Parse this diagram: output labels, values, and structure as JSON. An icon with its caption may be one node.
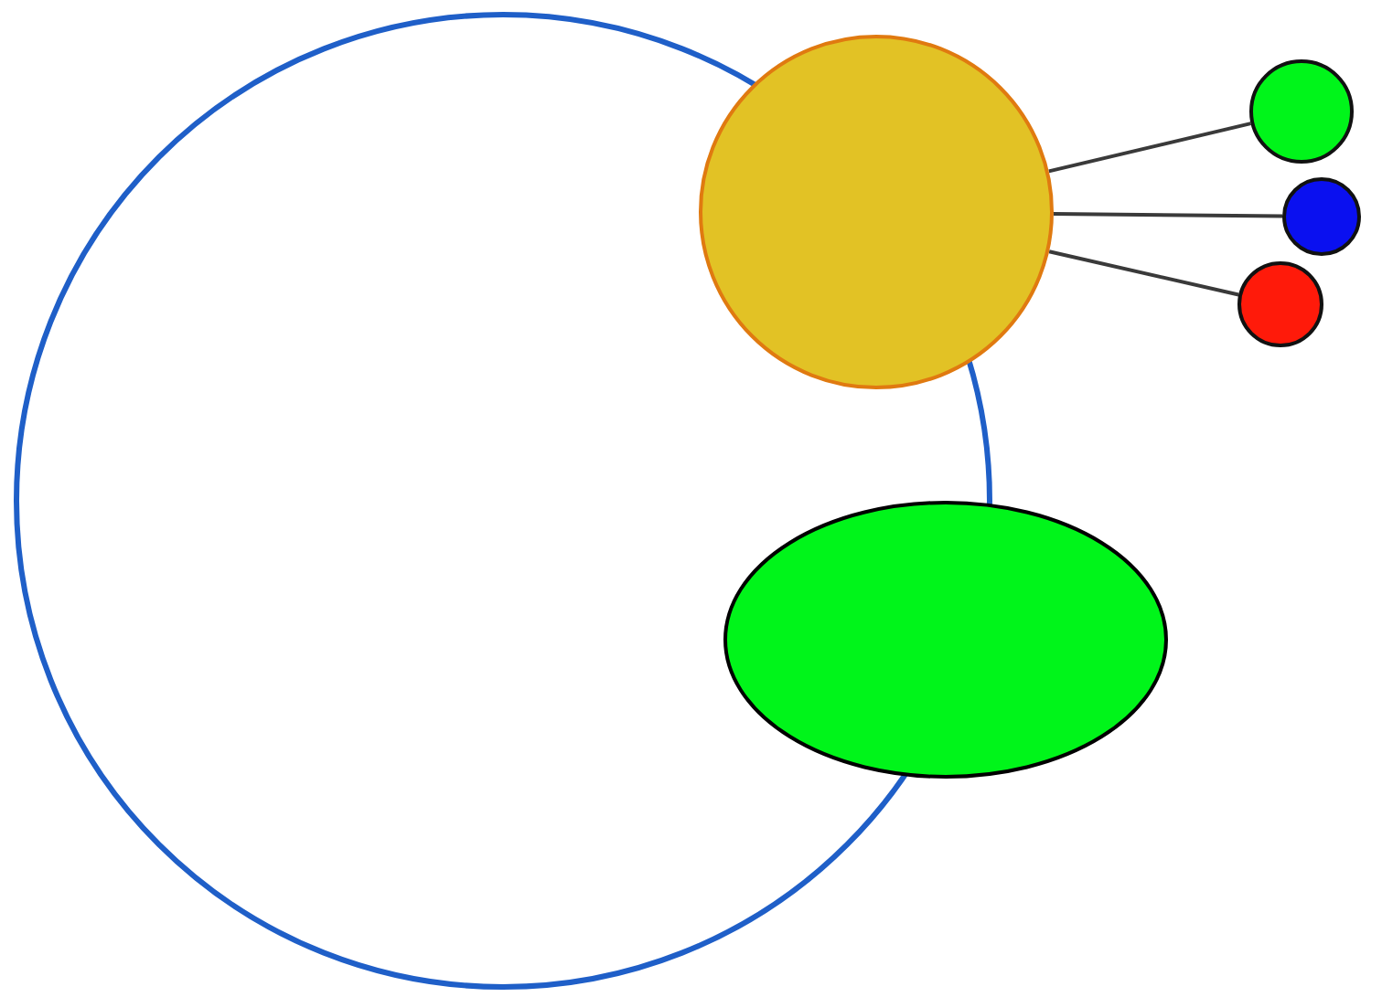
{
  "diagram": {
    "nodes": [
      {
        "text": [],
        "shape": "circle"
      },
      {
        "text": [],
        "shape": "circle"
      },
      {
        "text": [],
        "shape": "ellipse"
      },
      {
        "text": [],
        "shape": "circle"
      },
      {
        "text": [],
        "shape": "circle"
      },
      {
        "text": [],
        "shape": "circle"
      }
    ],
    "edges": [
      {
        "from": 1,
        "to": 3,
        "arrow": "none"
      },
      {
        "from": 1,
        "to": 4,
        "arrow": "none"
      },
      {
        "from": 1,
        "to": 5,
        "arrow": "none"
      }
    ]
  }
}
